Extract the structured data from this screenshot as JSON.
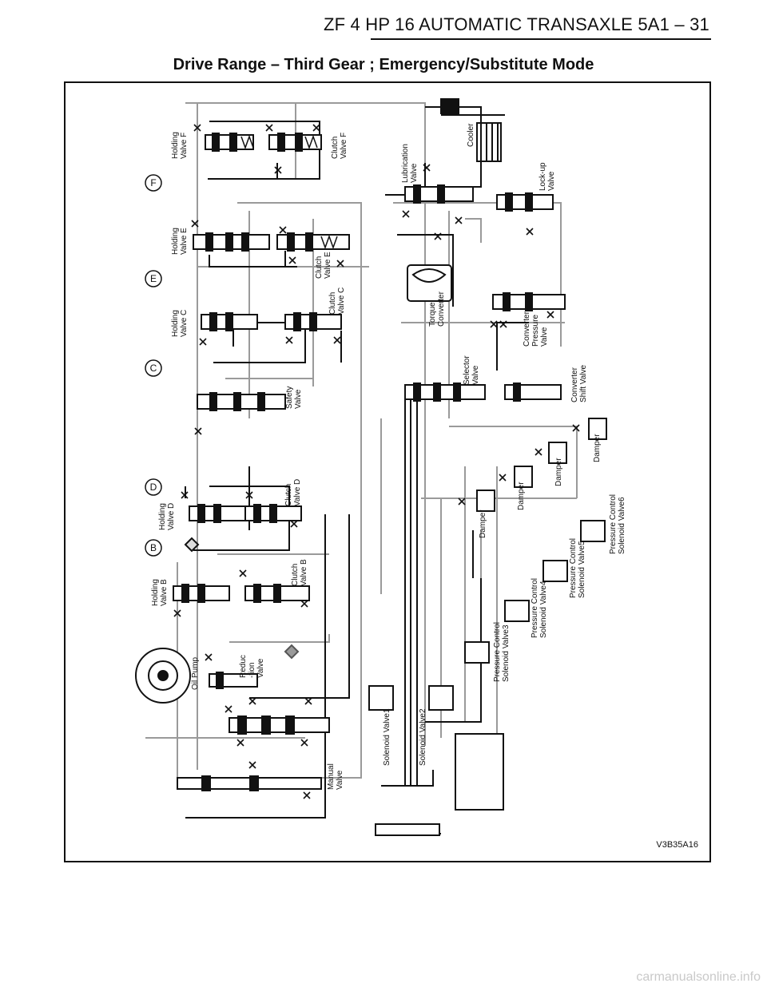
{
  "header": {
    "running_title": "ZF 4 HP 16 AUTOMATIC TRANSAXLE  5A1 – 31"
  },
  "diagram": {
    "title": "Drive Range – Third Gear ; Emergency/Substitute Mode",
    "reference": "V3B35A16",
    "port_letters": [
      "F",
      "E",
      "C",
      "D",
      "B"
    ],
    "labels": {
      "holding_f": [
        "Holding",
        "Valve F"
      ],
      "clutch_f": [
        "Clutch",
        "Valve F"
      ],
      "holding_e": [
        "Holding",
        "Valve E"
      ],
      "clutch_e": [
        "Clutch",
        "Valve E"
      ],
      "holding_c": [
        "Holding",
        "Valve C"
      ],
      "clutch_c": [
        "Clutch",
        "Valve C"
      ],
      "safety": [
        "Safety",
        "Valve"
      ],
      "holding_d": [
        "Holding",
        "Valve D"
      ],
      "clutch_d": [
        "Clutch",
        "Valve D"
      ],
      "holding_b": [
        "Holding",
        "Valve B"
      ],
      "clutch_b": [
        "Clutch",
        "Valve B"
      ],
      "oil_pump": [
        "Oil Pump"
      ],
      "reduction": [
        "Reduc",
        "-tion",
        "Valve"
      ],
      "manual": [
        "Manual",
        "Valve"
      ],
      "lubrication": [
        "Lubrication",
        "Valve"
      ],
      "cooler": [
        "Cooler"
      ],
      "lockup": [
        "Lock-up",
        "Valve"
      ],
      "torque": [
        "Torque",
        "Converter"
      ],
      "conv_pressure": [
        "Converter",
        "Pressure",
        "Valve"
      ],
      "selector": [
        "Selector",
        "Valve"
      ],
      "conv_shift": [
        "Converter",
        "Shift Valve"
      ],
      "damper1": [
        "Damper"
      ],
      "damper2": [
        "Damper"
      ],
      "damper3": [
        "Damper"
      ],
      "damper4": [
        "Damper"
      ],
      "pcsv6": [
        "Pressure Control",
        "Solenoid Valve6"
      ],
      "pcsv5": [
        "Pressure Control",
        "Solenoid Valve5"
      ],
      "pcsv4": [
        "Pressure Control",
        "Solenoid Valve4"
      ],
      "pcsv3": [
        "Pressure Control",
        "Solenoid Valve3"
      ],
      "sv1": [
        "Solenoid Valve1"
      ],
      "sv2": [
        "Solenoid Valve2"
      ]
    }
  },
  "footer": {
    "watermark": "carmanualsonline.info"
  }
}
